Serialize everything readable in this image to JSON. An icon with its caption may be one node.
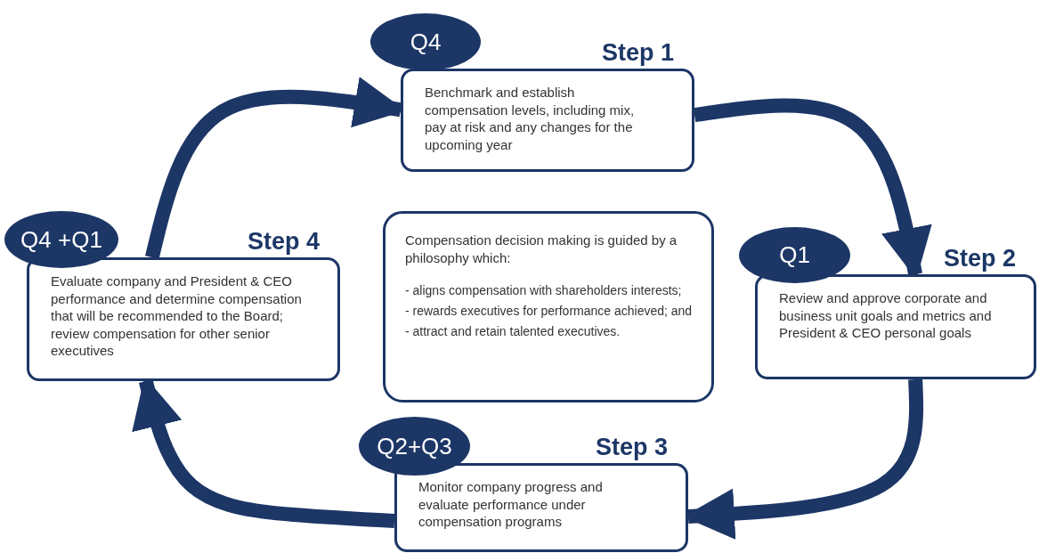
{
  "diagram": {
    "nodes": [
      {
        "text": [
          "Q4"
        ]
      },
      {
        "text": [
          "Step 1",
          "Benchmark and establish compensation levels, including mix, pay at risk and any changes for the upcoming year"
        ]
      },
      {
        "text": [
          "Q1"
        ]
      },
      {
        "text": [
          "Step 2",
          "Review and approve corporate and business unit goals and metrics and President & CEO personal goals"
        ]
      },
      {
        "text": [
          "Q2+Q3"
        ]
      },
      {
        "text": [
          "Step 3",
          "Monitor company progress and evaluate performance under compensation programs"
        ]
      },
      {
        "text": [
          "Q4 +Q1"
        ]
      },
      {
        "text": [
          "Step 4",
          "Evaluate company and President & CEO performance and determine compensation that will be recommended to the Board; review compensation for other senior executives"
        ]
      },
      {
        "text": [
          "Compensation  decision making is guided by a philosophy which:",
          "- aligns compensation with shareholders interests;",
          "- rewards executives for performance achieved; and",
          "- attract and retain talented executives."
        ]
      }
    ],
    "edges": [
      {
        "from": 1,
        "to": 3,
        "arrow": "to"
      },
      {
        "from": 3,
        "to": 5,
        "arrow": "to"
      },
      {
        "from": 5,
        "to": 7,
        "arrow": "to"
      },
      {
        "from": 7,
        "to": 1,
        "arrow": "to"
      }
    ]
  }
}
